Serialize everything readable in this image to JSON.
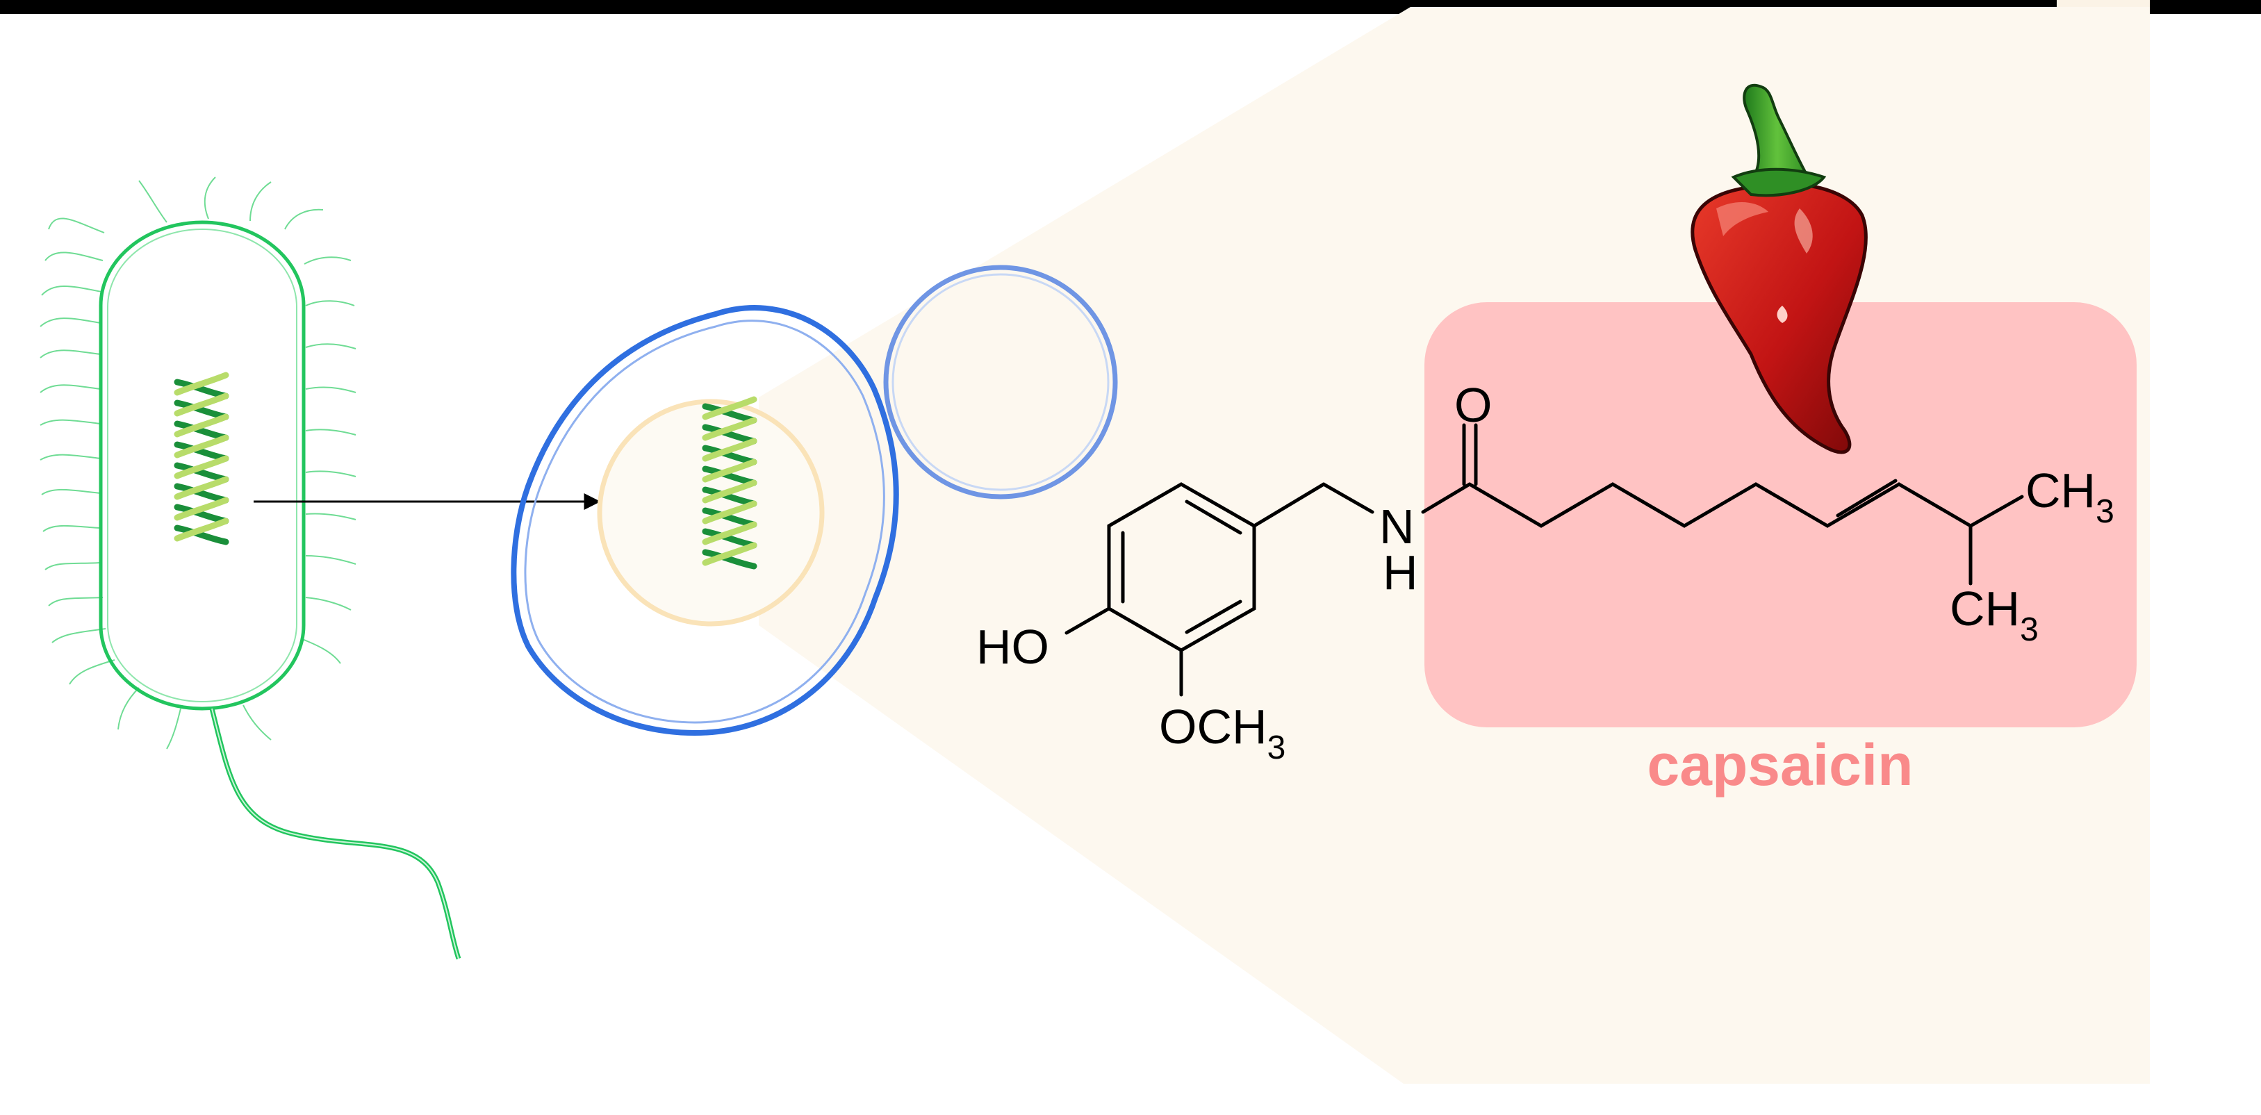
{
  "colors": {
    "bacteria": "#22c55e",
    "dna_dark": "#1a8f3a",
    "dna_light": "#b8dc6a",
    "cell": "#2f6fe0",
    "vesicle": "#a9c1ec",
    "nucleus": "#fae3b8",
    "zoom_cone": "#fdf7ec",
    "highlight_box": "#ffc3c3",
    "caption": "#f98a8a",
    "pepper": "#c81818",
    "pepper_stem": "#3aa329"
  },
  "icons": {
    "bacterium": "bacterium-icon",
    "dna": "dna-helix-icon",
    "cell": "cell-icon",
    "pepper": "chili-pepper-icon"
  },
  "molecule": {
    "atom_O": "O",
    "atom_N": "N",
    "atom_H": "H",
    "hydroxyl": "HO",
    "methoxy_main": "OCH",
    "methyl_main": "CH",
    "subscript_3": "3"
  },
  "caption": "capsaicin"
}
